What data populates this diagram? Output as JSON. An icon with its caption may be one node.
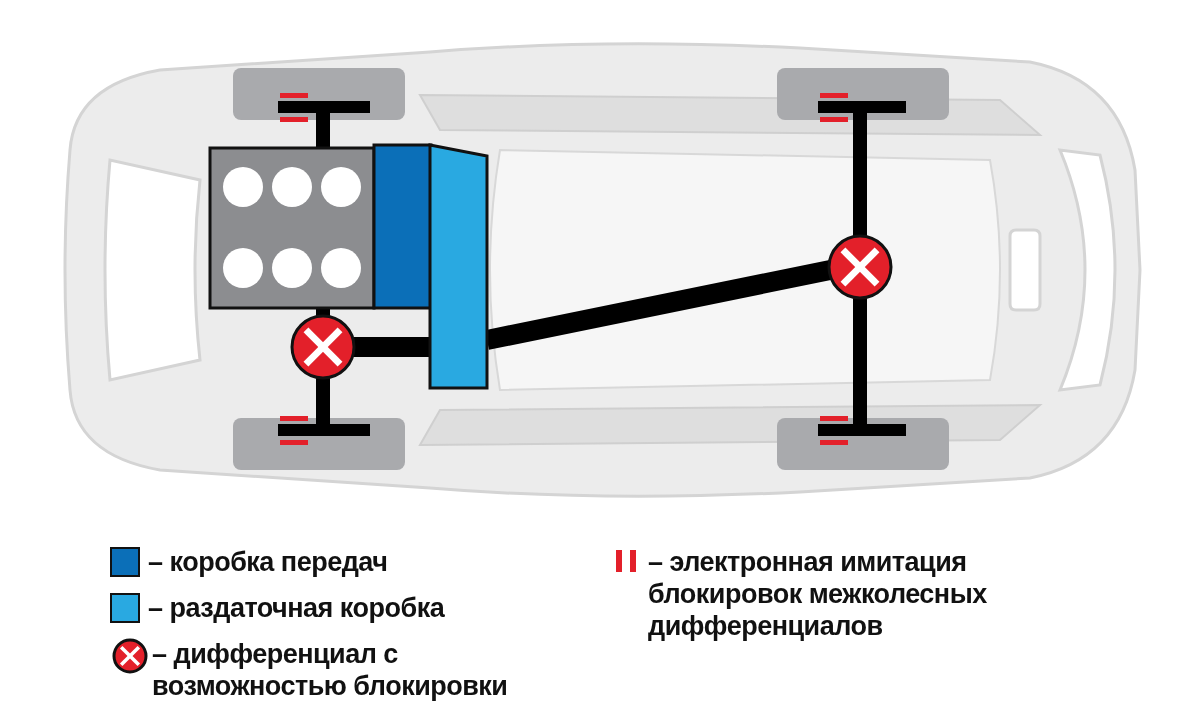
{
  "diagram": {
    "legend": [
      {
        "text": "– коробка передач",
        "color": "#0b6fb8"
      },
      {
        "text": "– раздаточная коробка",
        "color": "#29a9e1"
      },
      {
        "text": "– дифференциал с возможностью блокировки"
      },
      {
        "text": "– электронная имитация блокировок межколесных дифференциалов"
      }
    ]
  }
}
